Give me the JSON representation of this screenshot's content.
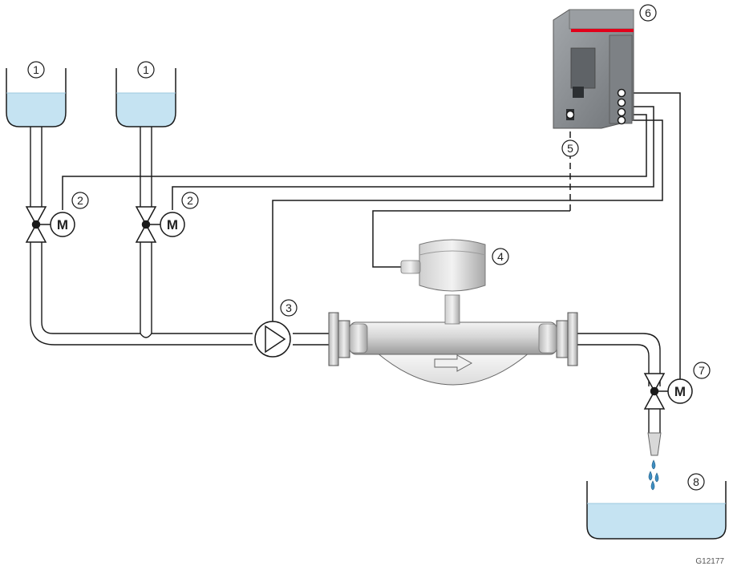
{
  "callouts": {
    "tank_left": "1",
    "tank_right": "1",
    "valve_left": "2",
    "valve_right": "2",
    "pump": "3",
    "transmitter": "4",
    "signal_input": "5",
    "controller": "6",
    "dosing_valve": "7",
    "receiving_tank": "8"
  },
  "motor_label": "M",
  "figure_id": "G12177",
  "colors": {
    "liquid": "#c5e3f2",
    "liquid_top": "#dff0f9",
    "controller_body": "#8a8e92",
    "controller_accent": "#e2001a",
    "line": "#1a1a1a",
    "pipe_fill": "#ffffff",
    "drop": "#3f8ec2"
  }
}
